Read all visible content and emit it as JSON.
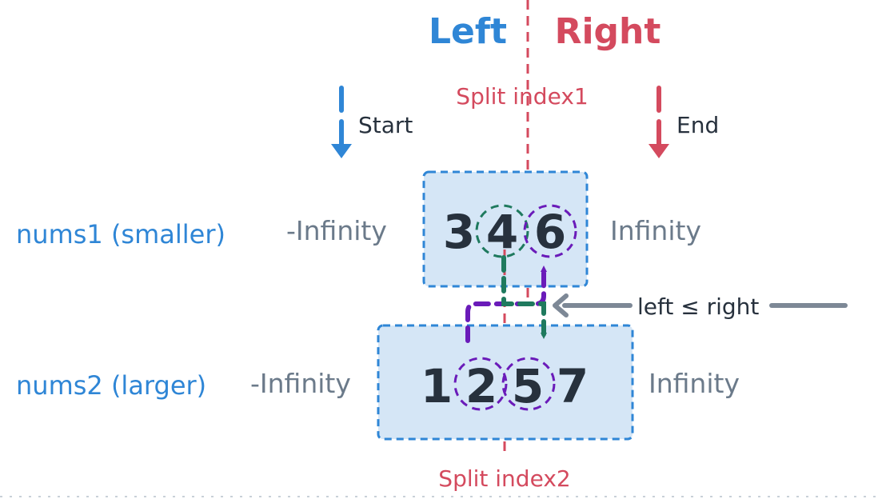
{
  "headers": {
    "left": "Left",
    "right": "Right"
  },
  "split": {
    "index1": "Split index1",
    "index2": "Split index2"
  },
  "pointers": {
    "start": "Start",
    "end": "End"
  },
  "arrays": {
    "nums1": {
      "label": "nums1 (smaller)",
      "left_bound": "-Infinity",
      "right_bound": "Infinity",
      "digits": [
        "3",
        "4",
        "6"
      ]
    },
    "nums2": {
      "label": "nums2 (larger)",
      "left_bound": "-Infinity",
      "right_bound": "Infinity",
      "digits": [
        "1",
        "2",
        "5",
        "7"
      ]
    }
  },
  "annotation": {
    "compare": "left ≤ right"
  },
  "colors": {
    "left": "#2f86d6",
    "right": "#d44a5e",
    "text": "#27313d",
    "muted": "#6b7a8a",
    "box_fill": "#d5e6f6",
    "box_border": "#2f86d6",
    "purple": "#6a1bb9",
    "green": "#1f7a5e",
    "arrow": "#7d8896"
  }
}
